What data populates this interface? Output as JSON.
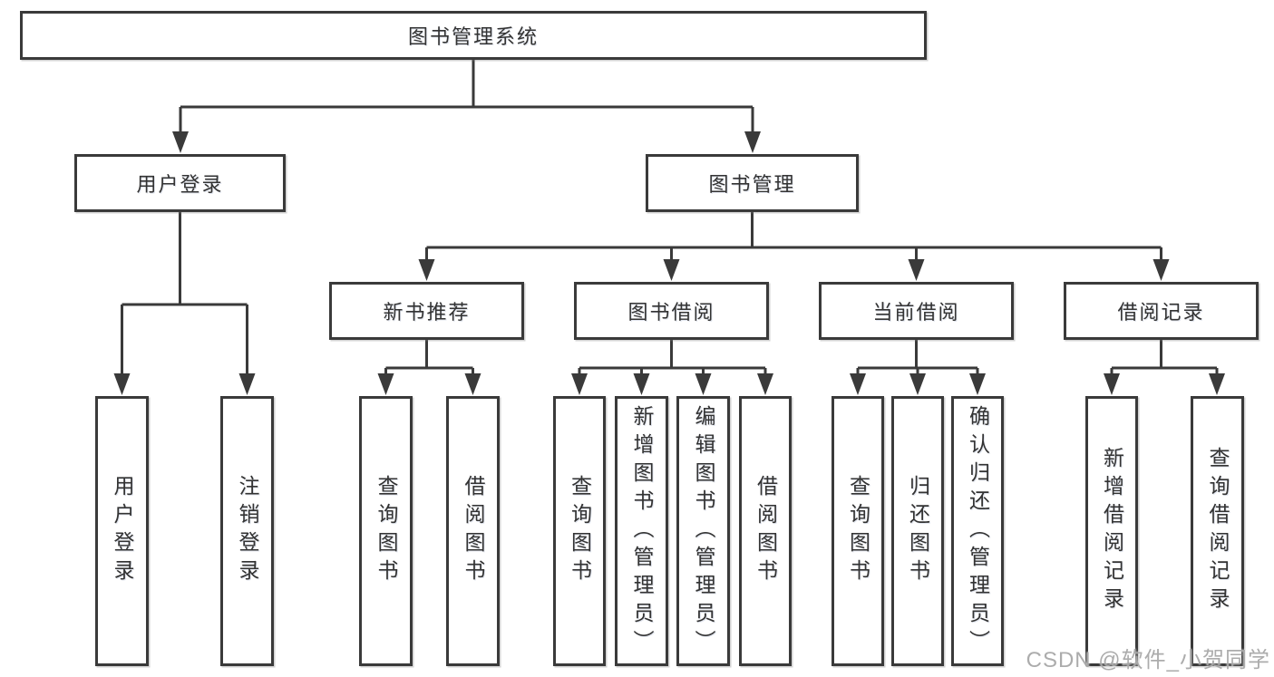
{
  "diagram": {
    "type": "hierarchy-tree",
    "tree": {
      "label": "图书管理系统",
      "children": [
        {
          "label": "用户登录",
          "children": [
            {
              "label": "用户登录"
            },
            {
              "label": "注销登录"
            }
          ]
        },
        {
          "label": "图书管理",
          "children": [
            {
              "label": "新书推荐",
              "children": [
                {
                  "label": "查询图书"
                },
                {
                  "label": "借阅图书"
                }
              ]
            },
            {
              "label": "图书借阅",
              "children": [
                {
                  "label": "查询图书"
                },
                {
                  "label": "新增图书（管理员）"
                },
                {
                  "label": "编辑图书（管理员）"
                },
                {
                  "label": "借阅图书"
                }
              ]
            },
            {
              "label": "当前借阅",
              "children": [
                {
                  "label": "查询图书"
                },
                {
                  "label": "归还图书"
                },
                {
                  "label": "确认归还（管理员）"
                }
              ]
            },
            {
              "label": "借阅记录",
              "children": [
                {
                  "label": "新增借阅记录"
                },
                {
                  "label": "查询借阅记录"
                }
              ]
            }
          ]
        }
      ]
    },
    "colors": {
      "line": "#3a3a3a",
      "text": "#333333",
      "background": "#ffffff",
      "watermark": "#a5a5a5"
    }
  },
  "watermark": {
    "text": "CSDN @软件_小贺同学"
  }
}
